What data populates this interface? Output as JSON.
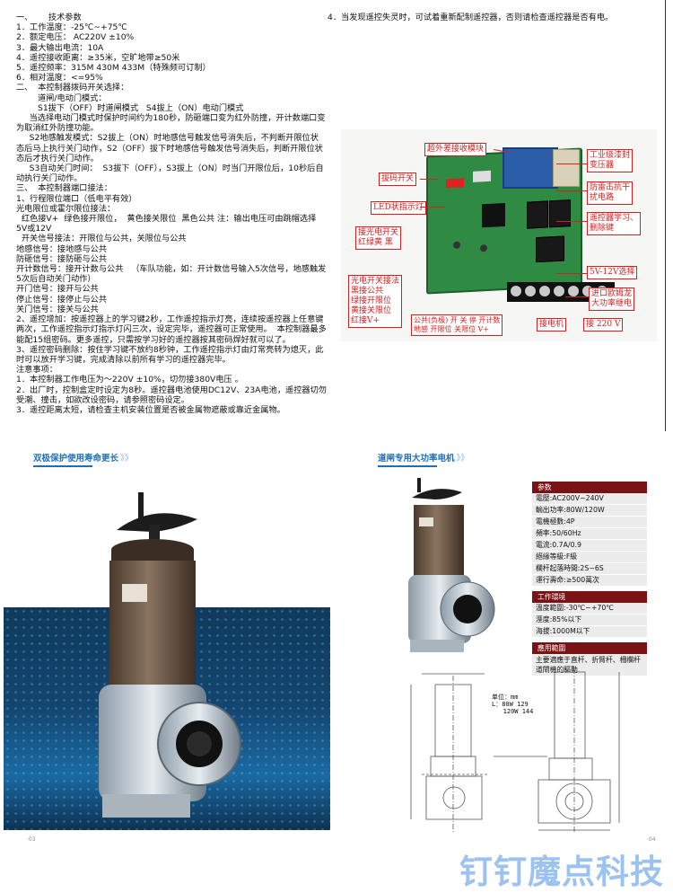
{
  "spec_text": {
    "lines": [
      "一、      技术参数",
      "1．工作温度：-25℃~+75℃",
      "2．额定电压： AC220V ±10%",
      "3．最大输出电流：10A",
      "4．遥控接收距离：≥35米，空旷地带≥50米",
      "5．遥控频率：315M 430M 433M（特殊频可订制）",
      "6．相对温度：<=95%",
      "二、  本控制器拨码开关选择：",
      "道闸/电动门模式：",
      "S1拔下（OFF）时道闸模式   S4拔上（ON）电动门模式",
      "     当选择电动门模式时保护时间约为180秒，防砸端口变为红外防撞，开计数端口变为取消红外防撞功能。",
      "     S2地感触发模式：S2拔上（ON）时地感信号触发信号消失后，不判断开限位状态后马上执行关门动作，S2（OFF）拔下时地感信号触发信号消失后，判断开限位状态后才执行关门动作。",
      "     S3自动关门时间：  S3拔下（OFF），S3拔上（ON）时当门开限位后，10秒后自动执行关门动作。",
      "三、  本控制器端口接法：",
      "1、行程限位端口（低电平有效）",
      "光电限位或霍尔限位接法：",
      "  红色接V+  绿色接开限位，  黄色接关限位  黑色公共 注：输出电压可由跳帽选择5V或12V",
      "  开关信号接法：开限位与公共，关限位与公共",
      "地感信号：接地感与公共",
      "防砸信号：接防砸与公共",
      "开计数信号：接开计数与公共   （车队功能，如：开计数信号输入5次信号，地感触发5次后自动关门动作）",
      "开门信号：接开与公共",
      "停止信号：接停止与公共",
      "关门信号：接关与公共",
      "2、遥控增加：按遥控器上的学习键2秒，工作遥控指示灯亮，连续按遥控器上任意键两次，工作遥控指示灯指示灯闪三次，设定完毕，遥控器可正常使用。  本控制器最多能配15组密码。更多遥控，只需按学习好的遥控器按其密码焊好就可以了。",
      "3、遥控密码删除：按住学习键不放约8秒钟，工作遥控指示灯由灯常亮转为熄灭，此时可以放开学习键，完成清除以前所有学习的遥控器完毕。",
      "注意事项：",
      "1．本控制器工作电压为～220V ±10%，切勿接380V电压 。",
      "2．出厂时，控制盒定时设定为8秒。遥控器电池使用DC12V、23A电池，遥控器切勿受潮、撞击，如欲改设密码，请参照密码设定。",
      "3．遥控距离太短，请检查主机安装位置是否被金属物遮蔽或靠近金属物。"
    ],
    "note4": "4．当发现遥控失灵时，可试着重新配制遥控器，否则请检查遥控器是否有电。"
  },
  "board_labels": {
    "ir": "超外差接收模块",
    "dip": "拔码开关",
    "led": "LED状指示灯",
    "travel": "接光电开关\n红绿黄  黑",
    "transformer": "工业级漆封\n变压器",
    "lightning": "防雷击抗干\n扰电路",
    "remote": "遥控器学习、\n删除键",
    "voltage": "5V-12V选择",
    "relay": "进口欧姆龙\n大功率继电",
    "photo_wiring": "光电开关接法\n黑接公共\n绿接开限位\n黄接关限位\n红接V+",
    "ports": "公共(负极) 开  关  停  开计数\n地感  开限位 关限位  V+",
    "motor": "接电机",
    "power": "接 220 V"
  },
  "left_panel": {
    "header": "双极保护使用寿命更长",
    "chevrons": "》》",
    "page_no": "·03"
  },
  "right_panel": {
    "header": "道闸专用大功率电机",
    "chevrons": "》》",
    "page_no": "·04",
    "spec_title": "参数",
    "spec_rows": [
      "電壓:AC200V~240V",
      "輸出功率:80W/120W",
      "電機極數:4P",
      "頻率:50/60Hz",
      "電流:0.7A/0.9",
      "絕緣等級:F級",
      "欄杆起落時間:2S~6S",
      "運行壽命:≥500萬次"
    ],
    "env_title": "工作環境",
    "env_rows": [
      "溫度範圍:-30℃~+70℃",
      "溼度:85%以下",
      "海拔:1000M以下"
    ],
    "app_title": "應用範圍",
    "app_text": "主要適應于直杆、折臂杆、柵欄杆道閘機的驅動",
    "units": "单位：mm\nL：80W 129\n   120W 144"
  },
  "watermark": "钉钉魔点科技"
}
